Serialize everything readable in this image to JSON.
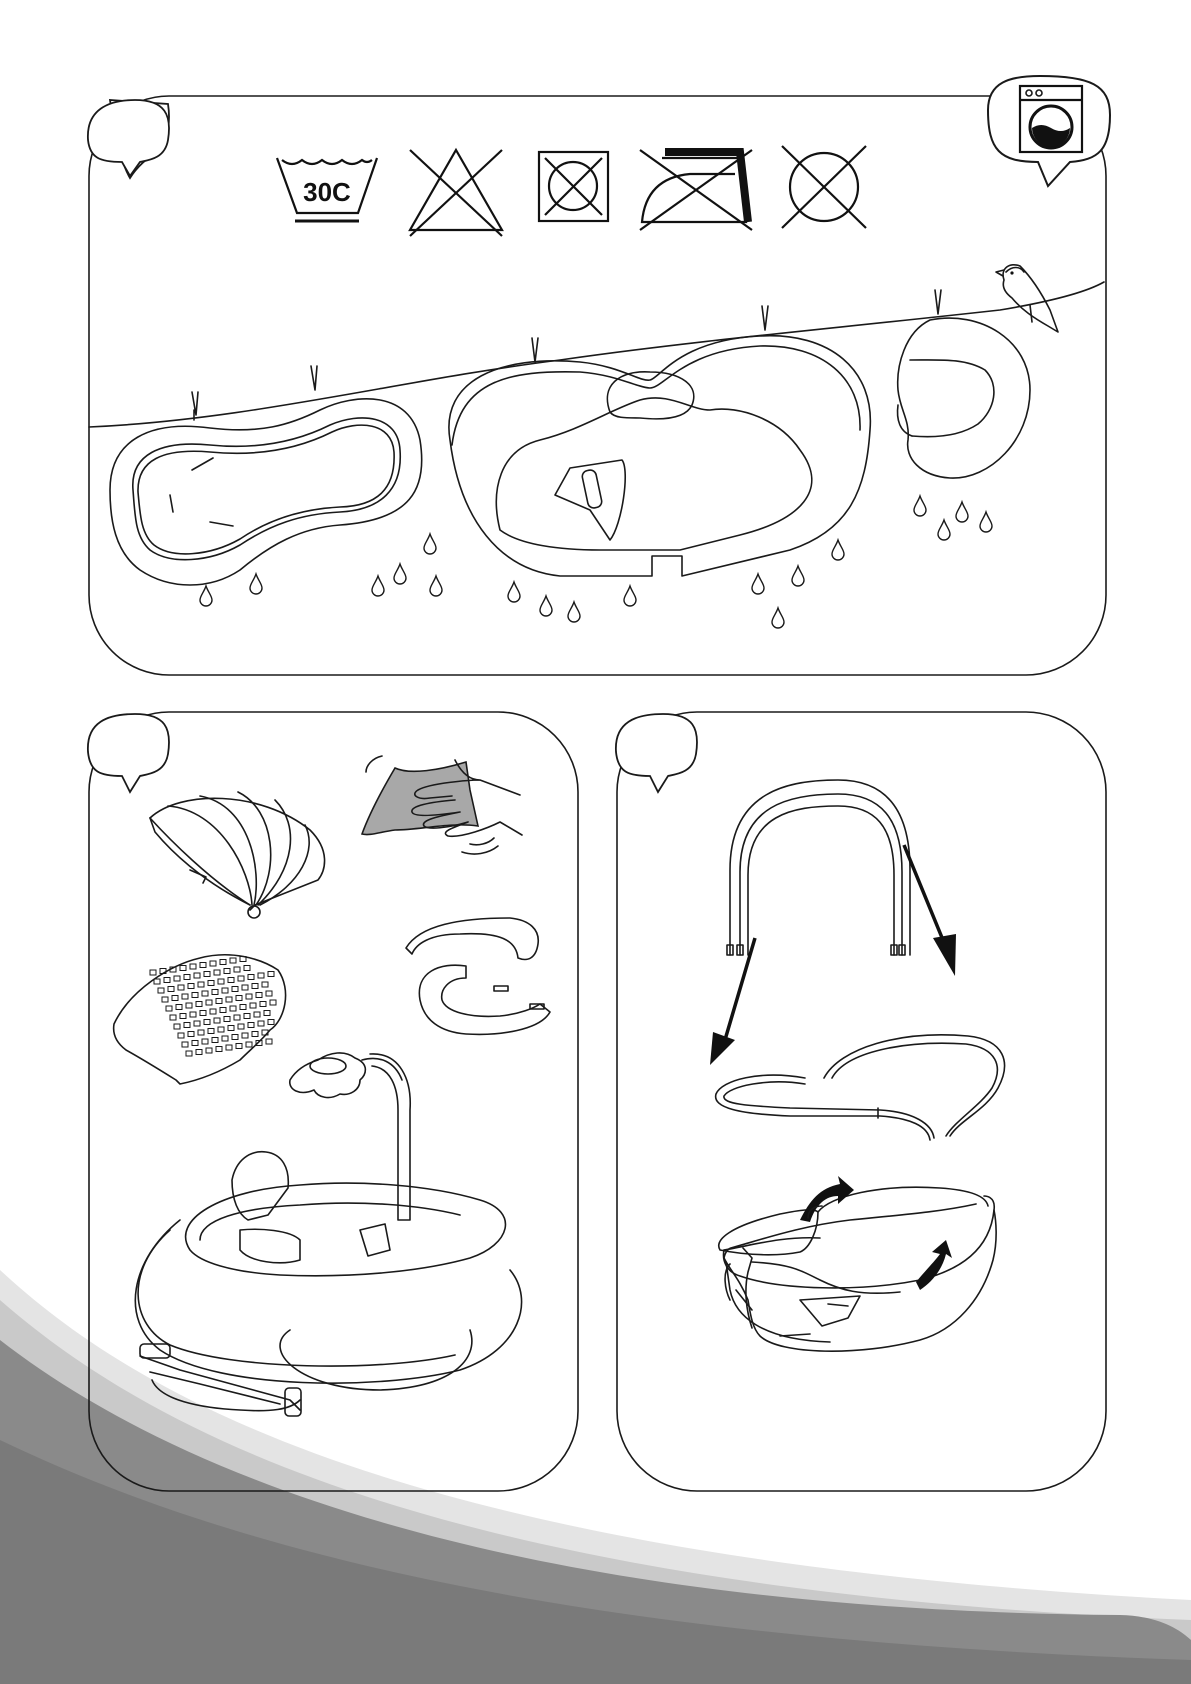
{
  "care_symbols": {
    "wash_temperature": "30C",
    "items": [
      {
        "icon": "wash-30c-icon"
      },
      {
        "icon": "do-not-bleach-icon"
      },
      {
        "icon": "do-not-tumble-dry-icon"
      },
      {
        "icon": "do-not-iron-icon"
      },
      {
        "icon": "do-not-dry-clean-icon"
      }
    ]
  },
  "panels": [
    {
      "id": "panel-washing",
      "icon": "washing-machine-icon"
    },
    {
      "id": "panel-wipe-clean",
      "icon": "speech-bubble-icon"
    },
    {
      "id": "panel-remove-cover",
      "icon": "speech-bubble-icon"
    }
  ],
  "colors": {
    "line": "#1a1a1a",
    "hand_cloth": "#a8a8a8",
    "footer_light": "#c7c7c7",
    "footer_dark": "#7a7a7a"
  }
}
